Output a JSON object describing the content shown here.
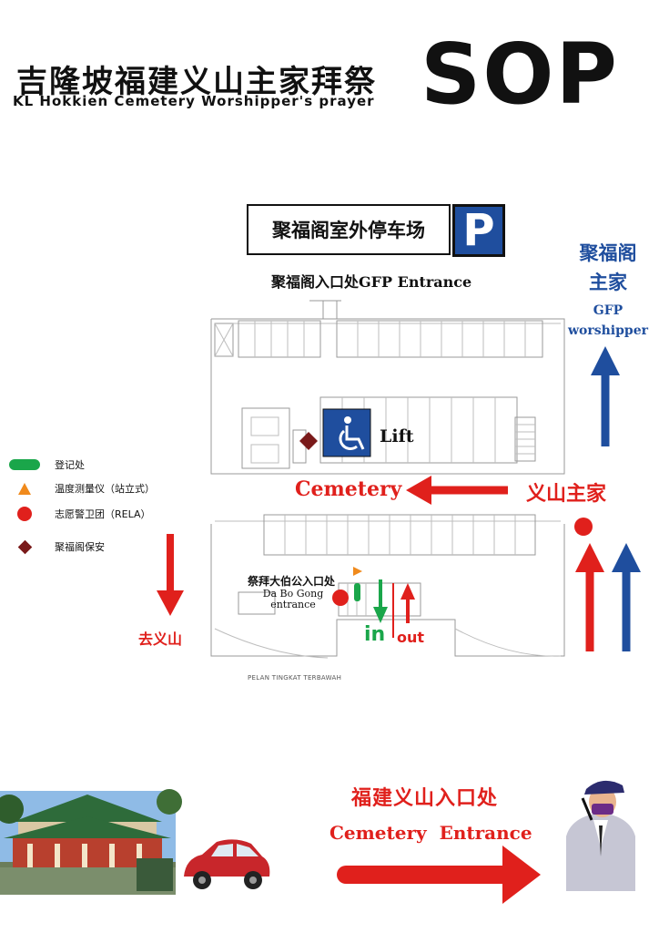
{
  "header": {
    "title_cn": "吉隆坡福建义山主家拜祭",
    "title_en": "KL Hokkien Cemetery Worshipper's prayer",
    "sop": "SOP"
  },
  "parking": {
    "label": "聚福阁室外停车场",
    "sign": "P"
  },
  "gfp_entrance": "聚福阁入口处GFP  Entrance",
  "gfp_worshipper": {
    "line1": "聚福阁",
    "line2": "主家",
    "line3": "GFP",
    "line4": "worshipper"
  },
  "lift": {
    "label": "Lift"
  },
  "cemetery_label": "Cemetery",
  "cemetery_owner": "义山主家",
  "legend": [
    {
      "symbol": "green-pill",
      "label": "登记处",
      "color": "#1aa64a"
    },
    {
      "symbol": "orange-triangle",
      "label": "温度测量仪（站立式）",
      "color": "#f08a1c"
    },
    {
      "symbol": "red-circle",
      "label": "志愿警卫团（RELA）",
      "color": "#e0201c"
    },
    {
      "symbol": "dark-red-diamond",
      "label": "聚福阁保安",
      "color": "#7a1a1a"
    }
  ],
  "dabogong": {
    "cn": "祭拜大伯公入口处",
    "en_line1": "Da Bo Gong",
    "en_line2": "entrance"
  },
  "in_label": "in",
  "out_label": "out",
  "go_cemetery": "去义山",
  "plan_caption": "PELAN TINGKAT TERBAWAH",
  "cemetery_entrance": {
    "cn": "福建义山入口处",
    "en": "Cemetery  Entrance"
  },
  "colors": {
    "blue": "#1f4e9e",
    "red": "#e0201c",
    "green": "#1aa64a",
    "orange": "#f08a1c",
    "dark_red": "#7a1a1a"
  }
}
